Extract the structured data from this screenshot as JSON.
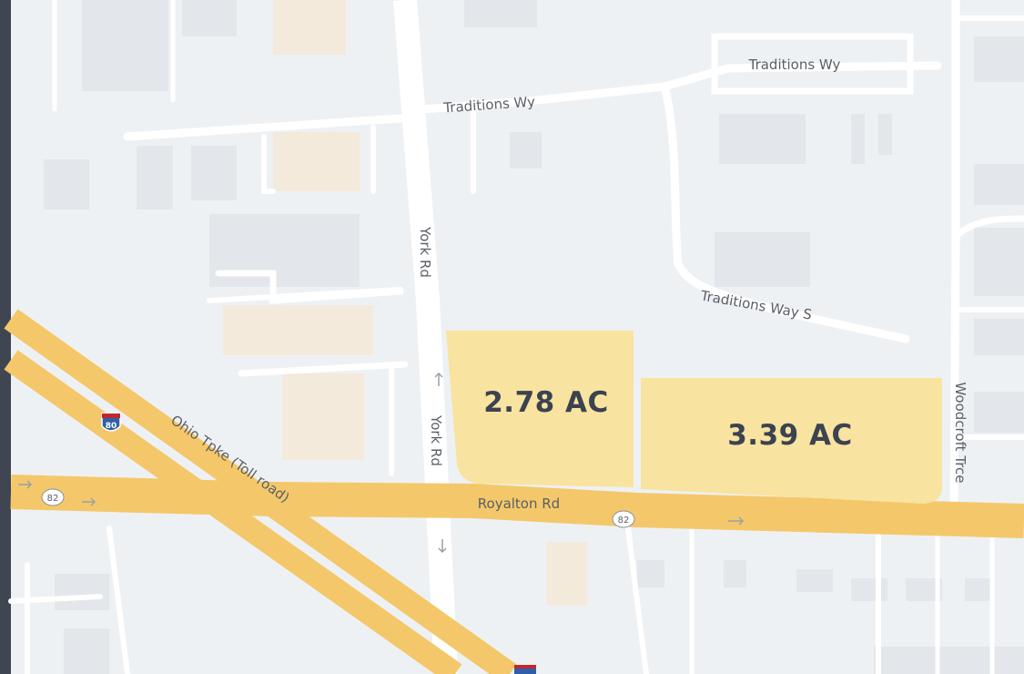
{
  "map": {
    "roads": {
      "traditions_wy_west": "Traditions Wy",
      "traditions_wy_east": "Traditions Wy",
      "traditions_way_s": "Traditions Way S",
      "york_rd_north": "York Rd",
      "york_rd_south": "York Rd",
      "ohio_tpke": "Ohio Tpke (Toll road)",
      "royalton_rd": "Royalton Rd",
      "woodcroft_trce": "Woodcroft Trce"
    },
    "shields": {
      "route_82_left": "82",
      "route_82_center": "82",
      "interstate_80": "80"
    },
    "parcels": [
      {
        "label": "2.78 AC"
      },
      {
        "label": "3.39 AC"
      }
    ],
    "colors": {
      "background": "#eef1f4",
      "highway": "#f4c86a",
      "parcel_fill": "#f8e3a0",
      "frame": "#3f4652",
      "label_text": "#3b4250"
    }
  }
}
